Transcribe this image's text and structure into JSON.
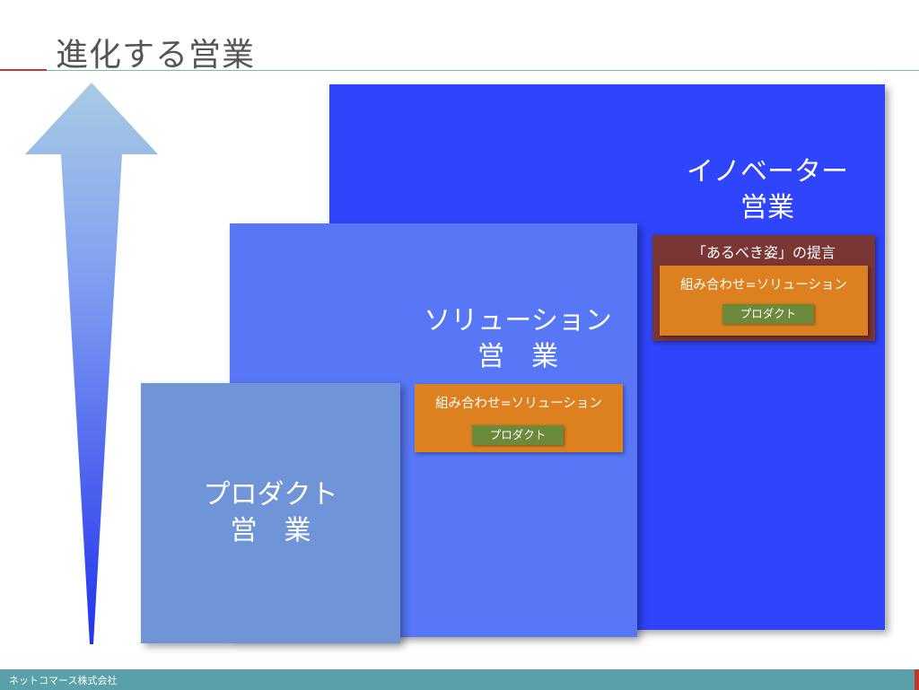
{
  "title": "進化する営業",
  "innovator": {
    "heading_line1": "イノベーター",
    "heading_line2": "営業",
    "proposal_label": "「あるべき姿」の提言",
    "combo_label": "組み合わせ=ソリューション",
    "chip_label": "プロダクト"
  },
  "solution": {
    "heading_line1": "ソリューション",
    "heading_line2": "営　業",
    "combo_label": "組み合わせ=ソリューション",
    "chip_label": "プロダクト"
  },
  "product": {
    "heading_line1": "プロダクト",
    "heading_line2": "営　業"
  },
  "footer": {
    "company": "ネットコマース株式会社"
  },
  "colors": {
    "innovator_box": "#2e45fb",
    "solution_box": "#5777f6",
    "product_box": "#6f95d8",
    "proposal_box": "#7a3535",
    "combo_box": "#dd801f",
    "chip": "#6b8a3c",
    "footer_bar": "#5aa0a9",
    "accent_red": "#c0392b"
  }
}
